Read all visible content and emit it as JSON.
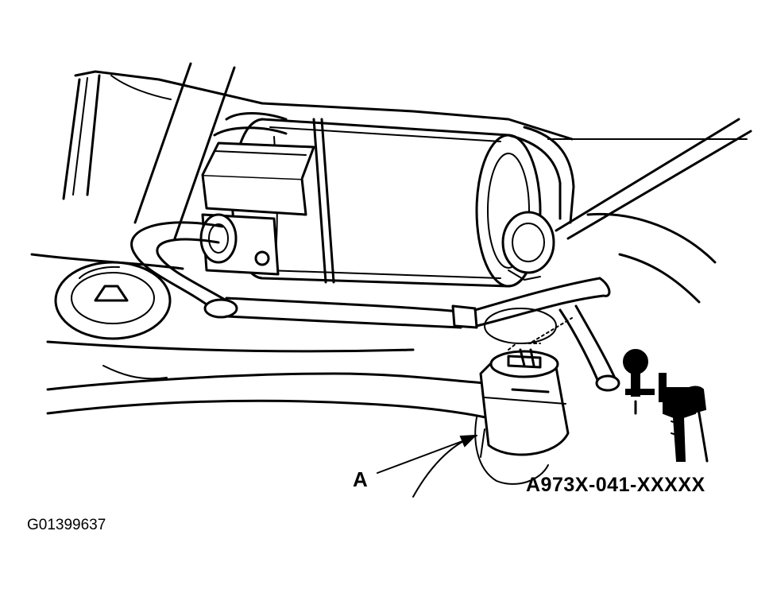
{
  "figure": {
    "callout_label": "A",
    "tool_part_number": "A973X-041-XXXXX",
    "figure_id": "G01399637"
  }
}
